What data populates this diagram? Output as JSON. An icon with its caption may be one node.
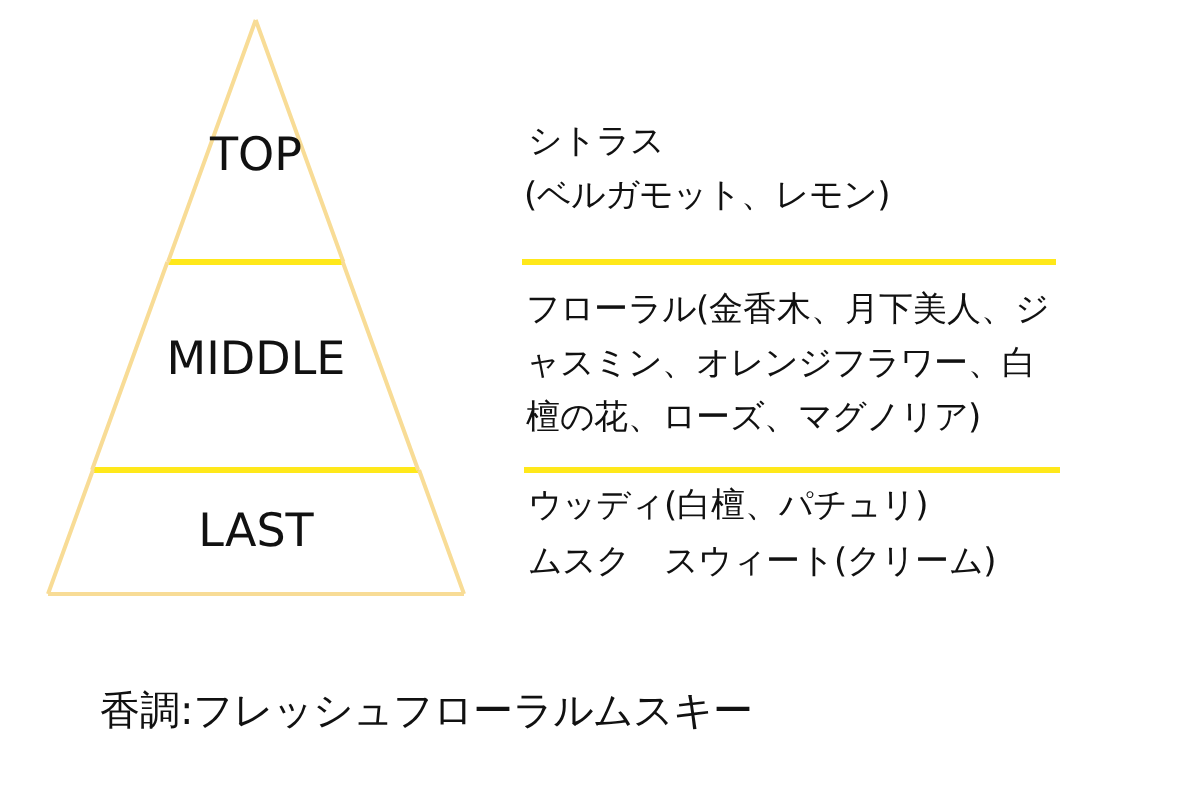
{
  "diagram": {
    "caption": "香調:フレッシュフローラルムスキー",
    "nodes": [
      {
        "text": [
          "TOP"
        ]
      },
      {
        "text": [
          "MIDDLE"
        ]
      },
      {
        "text": [
          "LAST"
        ]
      }
    ],
    "labels": [
      "シトラス",
      "(ベルガモット、レモン)",
      "フローラル(金香木、月下美人、ジャスミン、オレンジフラワー、白檀の花、ローズ、マグノリア)",
      "ウッディ(白檀、パチュリ)",
      "ムスク　スウィート(クリーム)"
    ]
  }
}
